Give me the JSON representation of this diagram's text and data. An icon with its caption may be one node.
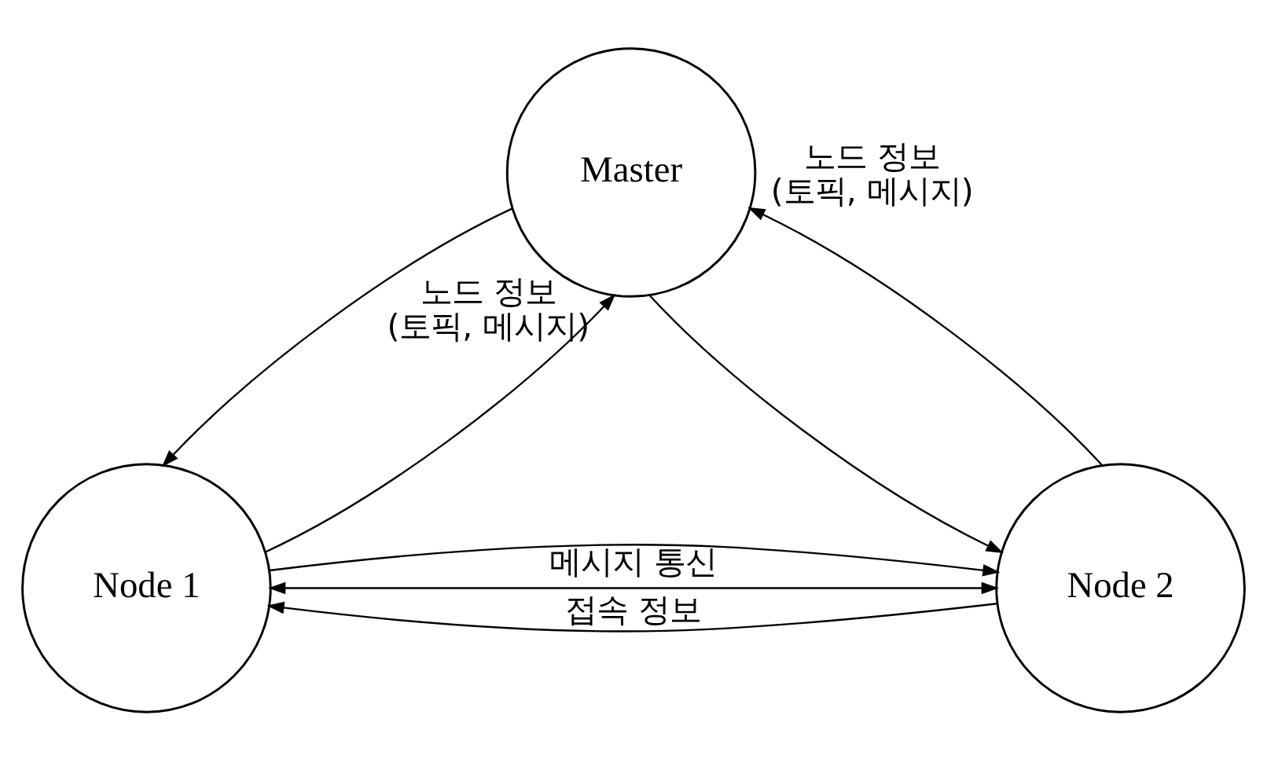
{
  "diagram": {
    "nodes": [
      {
        "text": [
          "Master"
        ]
      },
      {
        "text": [
          "Node 1"
        ]
      },
      {
        "text": [
          "Node 2"
        ]
      }
    ],
    "edges": [
      {
        "from": 1,
        "to": 0,
        "arrow": "to",
        "label": "노드 정보 (토픽, 메시지)"
      },
      {
        "from": 0,
        "to": 1,
        "arrow": "to"
      },
      {
        "from": 0,
        "to": 2,
        "arrow": "to"
      },
      {
        "from": 2,
        "to": 0,
        "arrow": "to",
        "label": "노드 정보 (토픽, 메시지)"
      },
      {
        "from": 2,
        "to": 1,
        "arrow": "to",
        "label": "접속 정보"
      },
      {
        "from": 1,
        "to": 2,
        "arrow": "to"
      },
      {
        "from": 1,
        "to": 2,
        "arrow": "both",
        "label": "메시지 통신"
      }
    ]
  }
}
